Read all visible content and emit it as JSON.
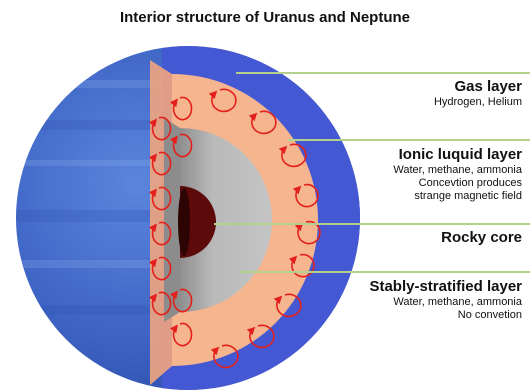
{
  "title": "Interior structure of Uranus and Neptune",
  "colors": {
    "gas_layer": "#4558d4",
    "planet_surface": "#3d63c4",
    "ionic_layer": "#f5b58f",
    "stratified_layer": "#b8b8b8",
    "rocky_core": "#5c0a0a",
    "convection_arrows": "#e3201b",
    "leader_lines": "#b3d18d"
  },
  "labels": [
    {
      "id": "gas",
      "title": "Gas layer",
      "lines": [
        "Hydrogen, Helium"
      ]
    },
    {
      "id": "ionic",
      "title": "Ionic luquid layer",
      "lines": [
        "Water, methane, ammonia",
        "Concevtion produces",
        "strange magnetic field"
      ]
    },
    {
      "id": "core",
      "title": "Rocky core",
      "lines": []
    },
    {
      "id": "stratified",
      "title": "Stably-stratified layer",
      "lines": [
        "Water, methane, ammonia",
        "No convetion"
      ]
    }
  ]
}
